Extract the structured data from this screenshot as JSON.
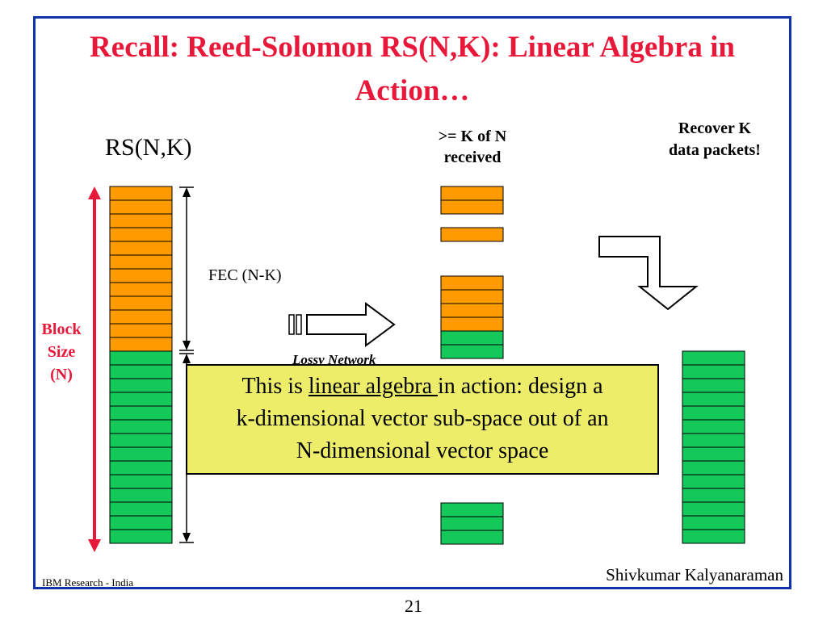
{
  "slide": {
    "title": "Recall: Reed-Solomon RS(N,K): Linear Algebra in Action…",
    "rs_label": "RS(N,K)",
    "fec_label": "FEC (N-K)",
    "block_size_label": [
      "Block",
      "Size",
      "(N)"
    ],
    "received_label": [
      ">= K of N",
      "received"
    ],
    "recover_label": [
      "Recover K",
      "data packets!"
    ],
    "lossy_network_label": "Lossy Network",
    "callout": {
      "before": "This is ",
      "underlined": "linear algebra ",
      "after_line1": "in action: design a",
      "line2": "k-dimensional vector sub-space out of an",
      "line3": "N-dimensional vector space"
    },
    "footer_left": "IBM Research - India",
    "footer_right": "Shivkumar Kalyanaraman",
    "page_number": "21"
  },
  "colors": {
    "title": "#e8183a",
    "fec_packet": "#ff9b00",
    "data_packet": "#15c85a",
    "callout_bg": "#eded6a",
    "frame_border": "#1133aa",
    "block_arrow": "#e8183a"
  },
  "blocks": {
    "source_fec_count": 12,
    "source_data_count": 14,
    "received_groups": [
      {
        "orange": 2,
        "green": 0
      },
      {
        "orange": 1,
        "green": 0
      },
      {
        "orange": 4,
        "green": 2
      },
      {
        "orange": 0,
        "green": 3
      }
    ],
    "recovered_data_count": 14
  }
}
